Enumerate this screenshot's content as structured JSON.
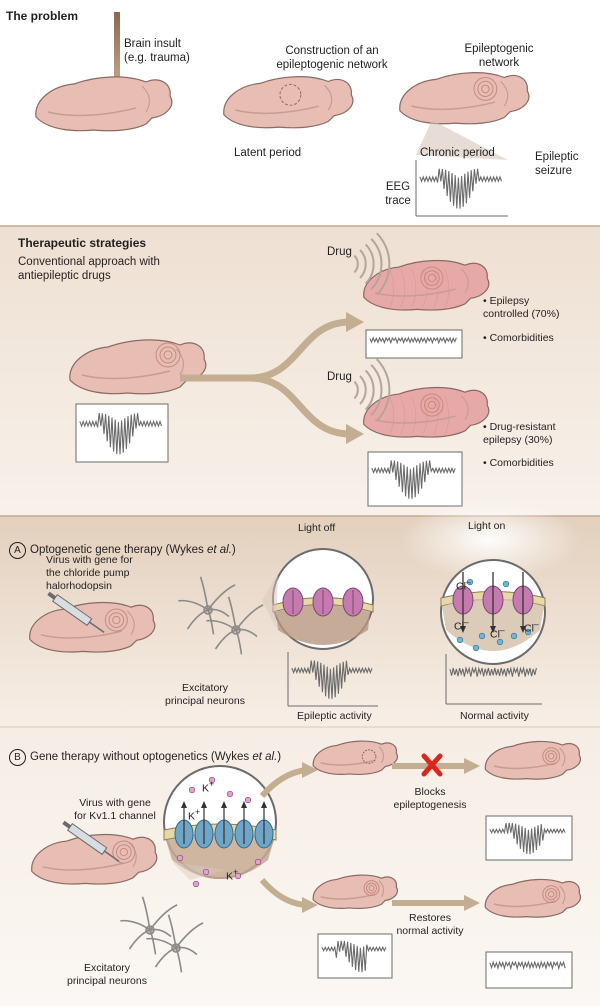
{
  "problem": {
    "title": "The problem",
    "insult": "Brain insult\n(e.g. trauma)",
    "construction": "Construction of an\nepileptogenic network",
    "network": "Epileptogenic\nnetwork",
    "latent": "Latent period",
    "chronic": "Chronic period",
    "seizure": "Epileptic\nseizure",
    "eeg": "EEG\ntrace"
  },
  "therapy": {
    "title": "Therapeutic strategies",
    "conventional": "Conventional approach with\nantiepileptic drugs",
    "drug1": "Drug",
    "drug2": "Drug",
    "controlled": "• Epilepsy\n  controlled (70%)",
    "comorb1": "• Comorbidities",
    "resistant": "• Drug-resistant\n  epilepsy (30%)",
    "comorb2": "• Comorbidities"
  },
  "panelA": {
    "letter": "A",
    "title_pre": "Optogenetic gene therapy (Wykes ",
    "title_et": "et al.",
    "title_post": ")",
    "virus": "Virus with gene for\nthe chloride pump\nhalorhodopsin",
    "light_off": "Light off",
    "light_on": "Light on",
    "excitatory": "Excitatory\nprincipal neurons",
    "epileptic": "Epileptic activity",
    "normal": "Normal activity",
    "cl": "Cl",
    "cl_sup": "–"
  },
  "panelB": {
    "letter": "B",
    "title_pre": "Gene therapy without optogenetics (Wykes ",
    "title_et": "et al.",
    "title_post": ")",
    "virus": "Virus with gene\nfor Kv1.1 channel",
    "blocks": "Blocks\nepileptogenesis",
    "restores": "Restores\nnormal activity",
    "excitatory": "Excitatory\nprincipal neurons",
    "k": "K",
    "k_sup": "+"
  },
  "colors": {
    "brain": "#e8bdb4",
    "brain_stroke": "#8a6a64",
    "band_top": "#efe1d3",
    "arrow": "#b7a082",
    "membrane": "#e7d7a5",
    "pump": "#c67bb0",
    "channel": "#6fa6c8",
    "red_x": "#d9271c"
  }
}
